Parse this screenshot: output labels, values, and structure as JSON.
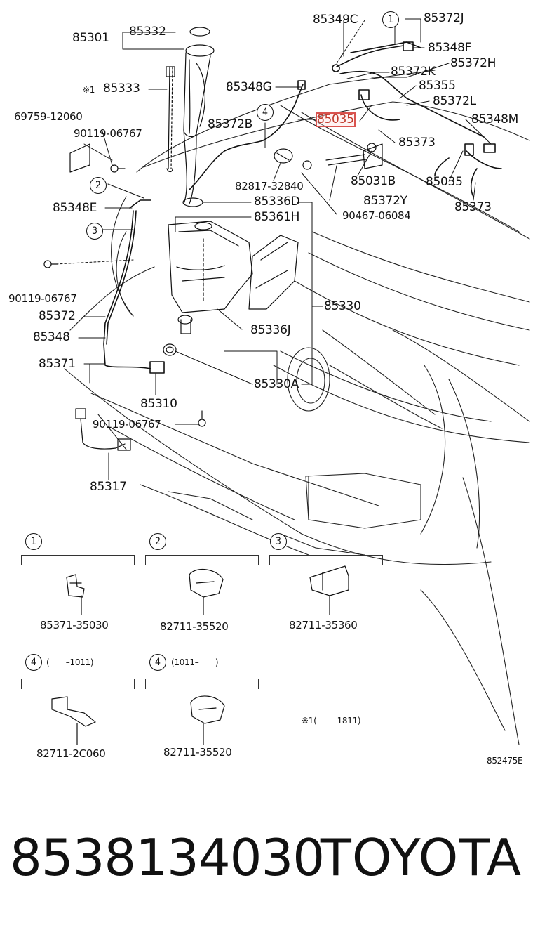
{
  "labels": {
    "p85301": "85301",
    "p85332": "85332",
    "p85333_note": "※1",
    "p85333": "85333",
    "p69759": "69759-12060",
    "p90119a": "90119-06767",
    "p85348e": "85348E",
    "p90119b": "90119-06767",
    "p85372": "85372",
    "p85348": "85348",
    "p85371": "85371",
    "p85310": "85310",
    "p90119c": "90119-06767",
    "p85317": "85317",
    "p85349c": "85349C",
    "p85372j": "85372J",
    "p85348f": "85348F",
    "p85372h": "85372H",
    "p85348g": "85348G",
    "p85372k": "85372K",
    "p85355": "85355",
    "p85372b": "85372B",
    "p85035a": "85035",
    "p85372l": "85372L",
    "p85348m": "85348M",
    "p85373a": "85373",
    "p82817": "82817-32840",
    "p85031b": "85031B",
    "p85035b": "85035",
    "p85373b": "85373",
    "p85372y": "85372Y",
    "p85336d": "85336D",
    "p90467": "90467-06084",
    "p85361h": "85361H",
    "p85330": "85330",
    "p85336j": "85336J",
    "p85330a": "85330A"
  },
  "callouts": {
    "c1": "1",
    "c2": "2",
    "c3": "3",
    "c4": "4"
  },
  "insets": [
    {
      "num": "1",
      "range": "",
      "part": "85371-35030"
    },
    {
      "num": "2",
      "range": "",
      "part": "82711-35520"
    },
    {
      "num": "3",
      "range": "",
      "part": "82711-35360"
    },
    {
      "num": "4",
      "range": "(　　–1011)",
      "part": "82711-2C060"
    },
    {
      "num": "4",
      "range": "(1011–　　)",
      "part": "82711-35520"
    }
  ],
  "note": "※1(　　–1811)",
  "diagram_code": "852475E",
  "footer": {
    "part_number": "8538134030",
    "brand": "TOYOTA"
  },
  "highlight_color": "#d9534f"
}
